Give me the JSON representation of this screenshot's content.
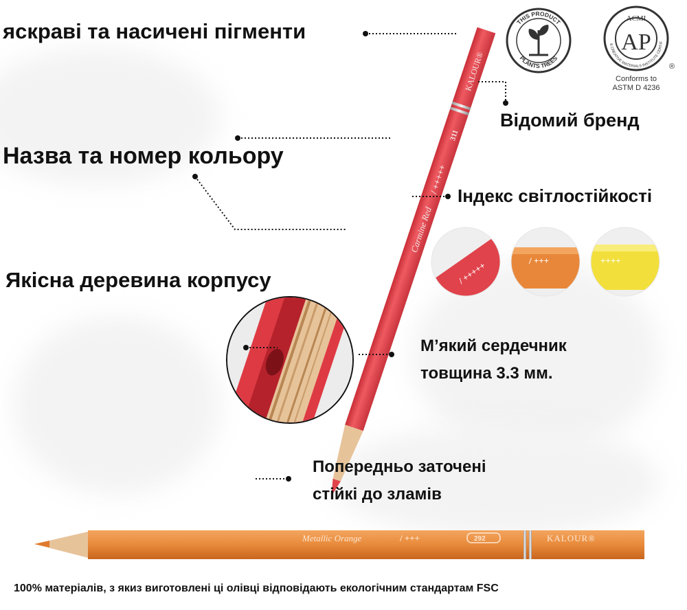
{
  "labels": {
    "pigments": "яскраві та насичені пігменти",
    "color_name": "Назва та номер кольору",
    "wood": "Якісна деревина корпусу",
    "brand": "Відомий бренд",
    "lightfastness": "Індекс світлостійкості",
    "core_line1": "М’який сердечник",
    "core_line2": "товщина 3.3 мм.",
    "sharpened_line1": "Попередньо заточені",
    "sharpened_line2": "стійкі до зламів"
  },
  "footer": "100% матеріалів, з якиз виготовлені ці олівці відповідають екологічним стандартам FSC",
  "badges": {
    "tree_badge_top": "THIS PRODUCT",
    "tree_badge_bottom": "PLANTS TREES",
    "acmi_top": "ACMI",
    "acmi_center": "AP",
    "acmi_ring": "ART & CREATIVE MATERIALS INSTITUTE CERTIFIED",
    "acmi_registered": "®",
    "conforms_line1": "Conforms to",
    "conforms_line2": "ASTM D 4236"
  },
  "pencils": {
    "red_brand": "KALOUR®",
    "red_color_name": "Carmine Red",
    "red_stars": "/ +++++",
    "red_number": "311",
    "orange_brand": "KALOUR®",
    "orange_color_name": "Metallic Orange",
    "orange_stars": "/ +++",
    "orange_number": "292"
  },
  "swatches": {
    "red_stars": "/ +++++",
    "orange_stars": "/ +++",
    "yellow_stars": "++++"
  },
  "colors": {
    "red_body": "#e8434c",
    "orange_body": "#e98a3c",
    "yellow_body": "#f2df3c",
    "wood": "#e7c39a",
    "silver": "#cfcfcf"
  }
}
